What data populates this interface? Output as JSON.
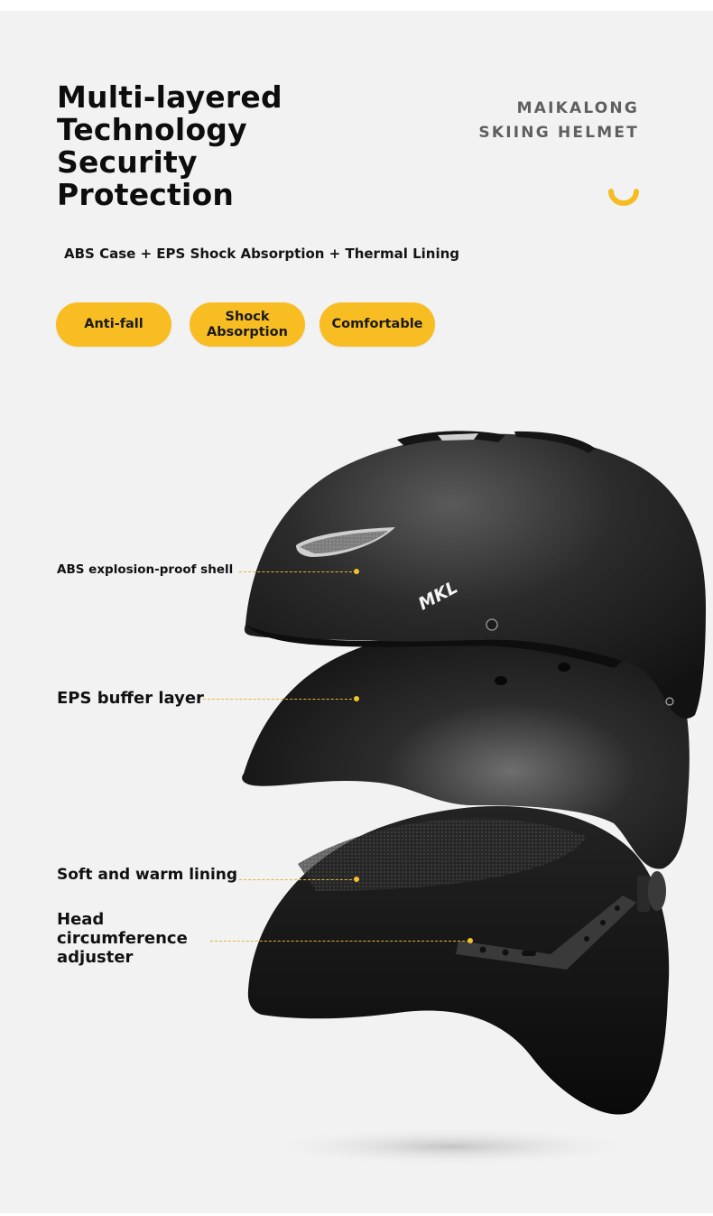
{
  "header": {
    "headline_lines": [
      "Multi-layered",
      "Technology",
      "Security",
      "Protection"
    ],
    "brand_lines": [
      "MAIKALONG",
      "SKIING HELMET"
    ],
    "smile_icon": "yellow-arc-icon",
    "subtitle": "ABS Case + EPS Shock Absorption + Thermal Lining"
  },
  "features": [
    {
      "label": "Anti-fall"
    },
    {
      "label_lines": [
        "Shock",
        "Absorption"
      ]
    },
    {
      "label": "Comfortable"
    }
  ],
  "callouts": [
    {
      "label": "ABS explosion-proof shell"
    },
    {
      "label": "EPS buffer layer"
    },
    {
      "label": "Soft and warm lining"
    },
    {
      "label_lines": [
        "Head",
        "circumference",
        "adjuster"
      ]
    }
  ],
  "product": {
    "logo_text": "MKL"
  },
  "colors": {
    "background": "#f2f2f2",
    "accent_yellow": "#f8bd22",
    "headline": "#0d0d0d",
    "brand_gray": "#5f5f5f"
  }
}
